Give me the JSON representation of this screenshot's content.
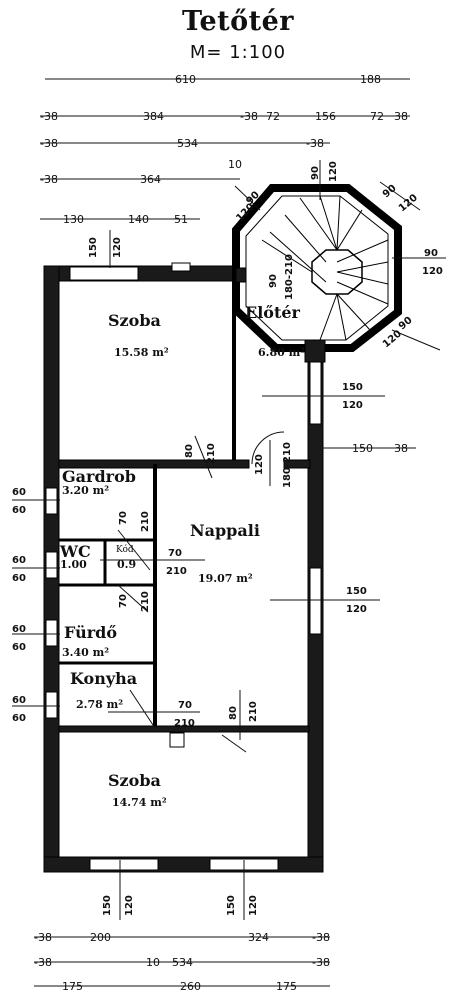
{
  "header": {
    "title": "Tetőtér",
    "scale": "M=  1:100"
  },
  "top_dimensions": {
    "row1": [
      "610",
      "188"
    ],
    "row2": [
      "-38",
      "384",
      "-38",
      "72",
      "156",
      "72",
      "38"
    ],
    "row3": [
      "-38",
      "534",
      "-38"
    ],
    "row4": [
      "-38",
      "364",
      "10"
    ],
    "row5": [
      "130",
      "140",
      "51"
    ]
  },
  "bottom_dimensions": {
    "row1": [
      "-38",
      "200",
      "324",
      "-38"
    ],
    "row2": [
      "-38",
      "10",
      "534",
      "-38"
    ],
    "row3": [
      "175",
      "260",
      "175"
    ]
  },
  "rooms": [
    {
      "name": "Szoba",
      "area": "15.58 m²"
    },
    {
      "name": "Előtér",
      "area": "6.80 m²"
    },
    {
      "name": "Gardrob",
      "area": "3.20 m²"
    },
    {
      "name": "WC",
      "area": "1.00"
    },
    {
      "name": "Kód.",
      "area": "0.9"
    },
    {
      "name": "Nappali",
      "area": "19.07 m²"
    },
    {
      "name": "Fürdő",
      "area": "3.40 m²"
    },
    {
      "name": "Konyha",
      "area": "2.78 m²"
    },
    {
      "name": "Szoba",
      "area": "14.74 m²"
    }
  ],
  "openings": {
    "window_top": [
      "150",
      "120"
    ],
    "stair_windows": [
      "90",
      "120",
      "90",
      "120",
      "90",
      "120",
      "90",
      "120"
    ],
    "stair_door": [
      "90",
      "180-210"
    ],
    "elotr_window": [
      "150",
      "120"
    ],
    "right_dim": [
      "150",
      "38"
    ],
    "door_szoba": [
      "80",
      "210"
    ],
    "door_nappali": [
      "120",
      "180-210"
    ],
    "left_windows": [
      "60",
      "60",
      "60",
      "60",
      "60",
      "60",
      "60",
      "60"
    ],
    "door_wc": [
      "70",
      "210"
    ],
    "door_kod": [
      "70",
      "210"
    ],
    "door_furdo": [
      "70",
      "210"
    ],
    "nappali_window": [
      "150",
      "120"
    ],
    "door_konyha": [
      "70",
      "210"
    ],
    "door_szoba2": [
      "80",
      "210"
    ],
    "bottom_windows": [
      "150",
      "120",
      "150",
      "120"
    ]
  }
}
